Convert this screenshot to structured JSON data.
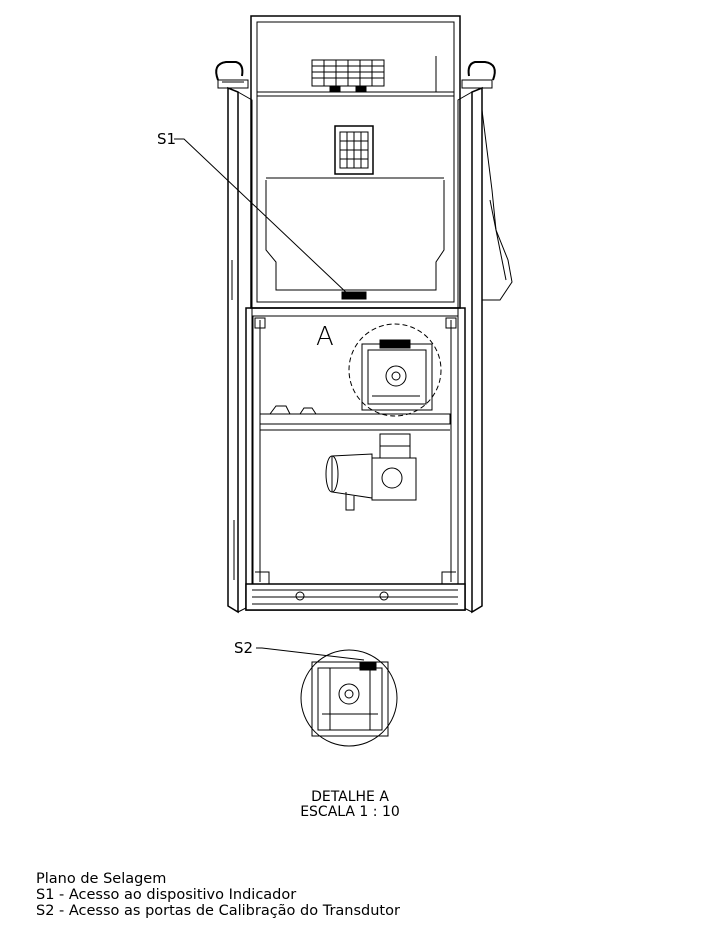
{
  "labels": {
    "s1": "S1",
    "s2": "S2",
    "detail_marker": "A"
  },
  "detail": {
    "title": "DETALHE A",
    "scale": "ESCALA 1 : 10"
  },
  "legend": {
    "title": "Plano de Selagem",
    "items": [
      "S1 - Acesso ao dispositivo Indicador",
      "S2 - Acesso as portas de Calibração do Transdutor"
    ]
  }
}
